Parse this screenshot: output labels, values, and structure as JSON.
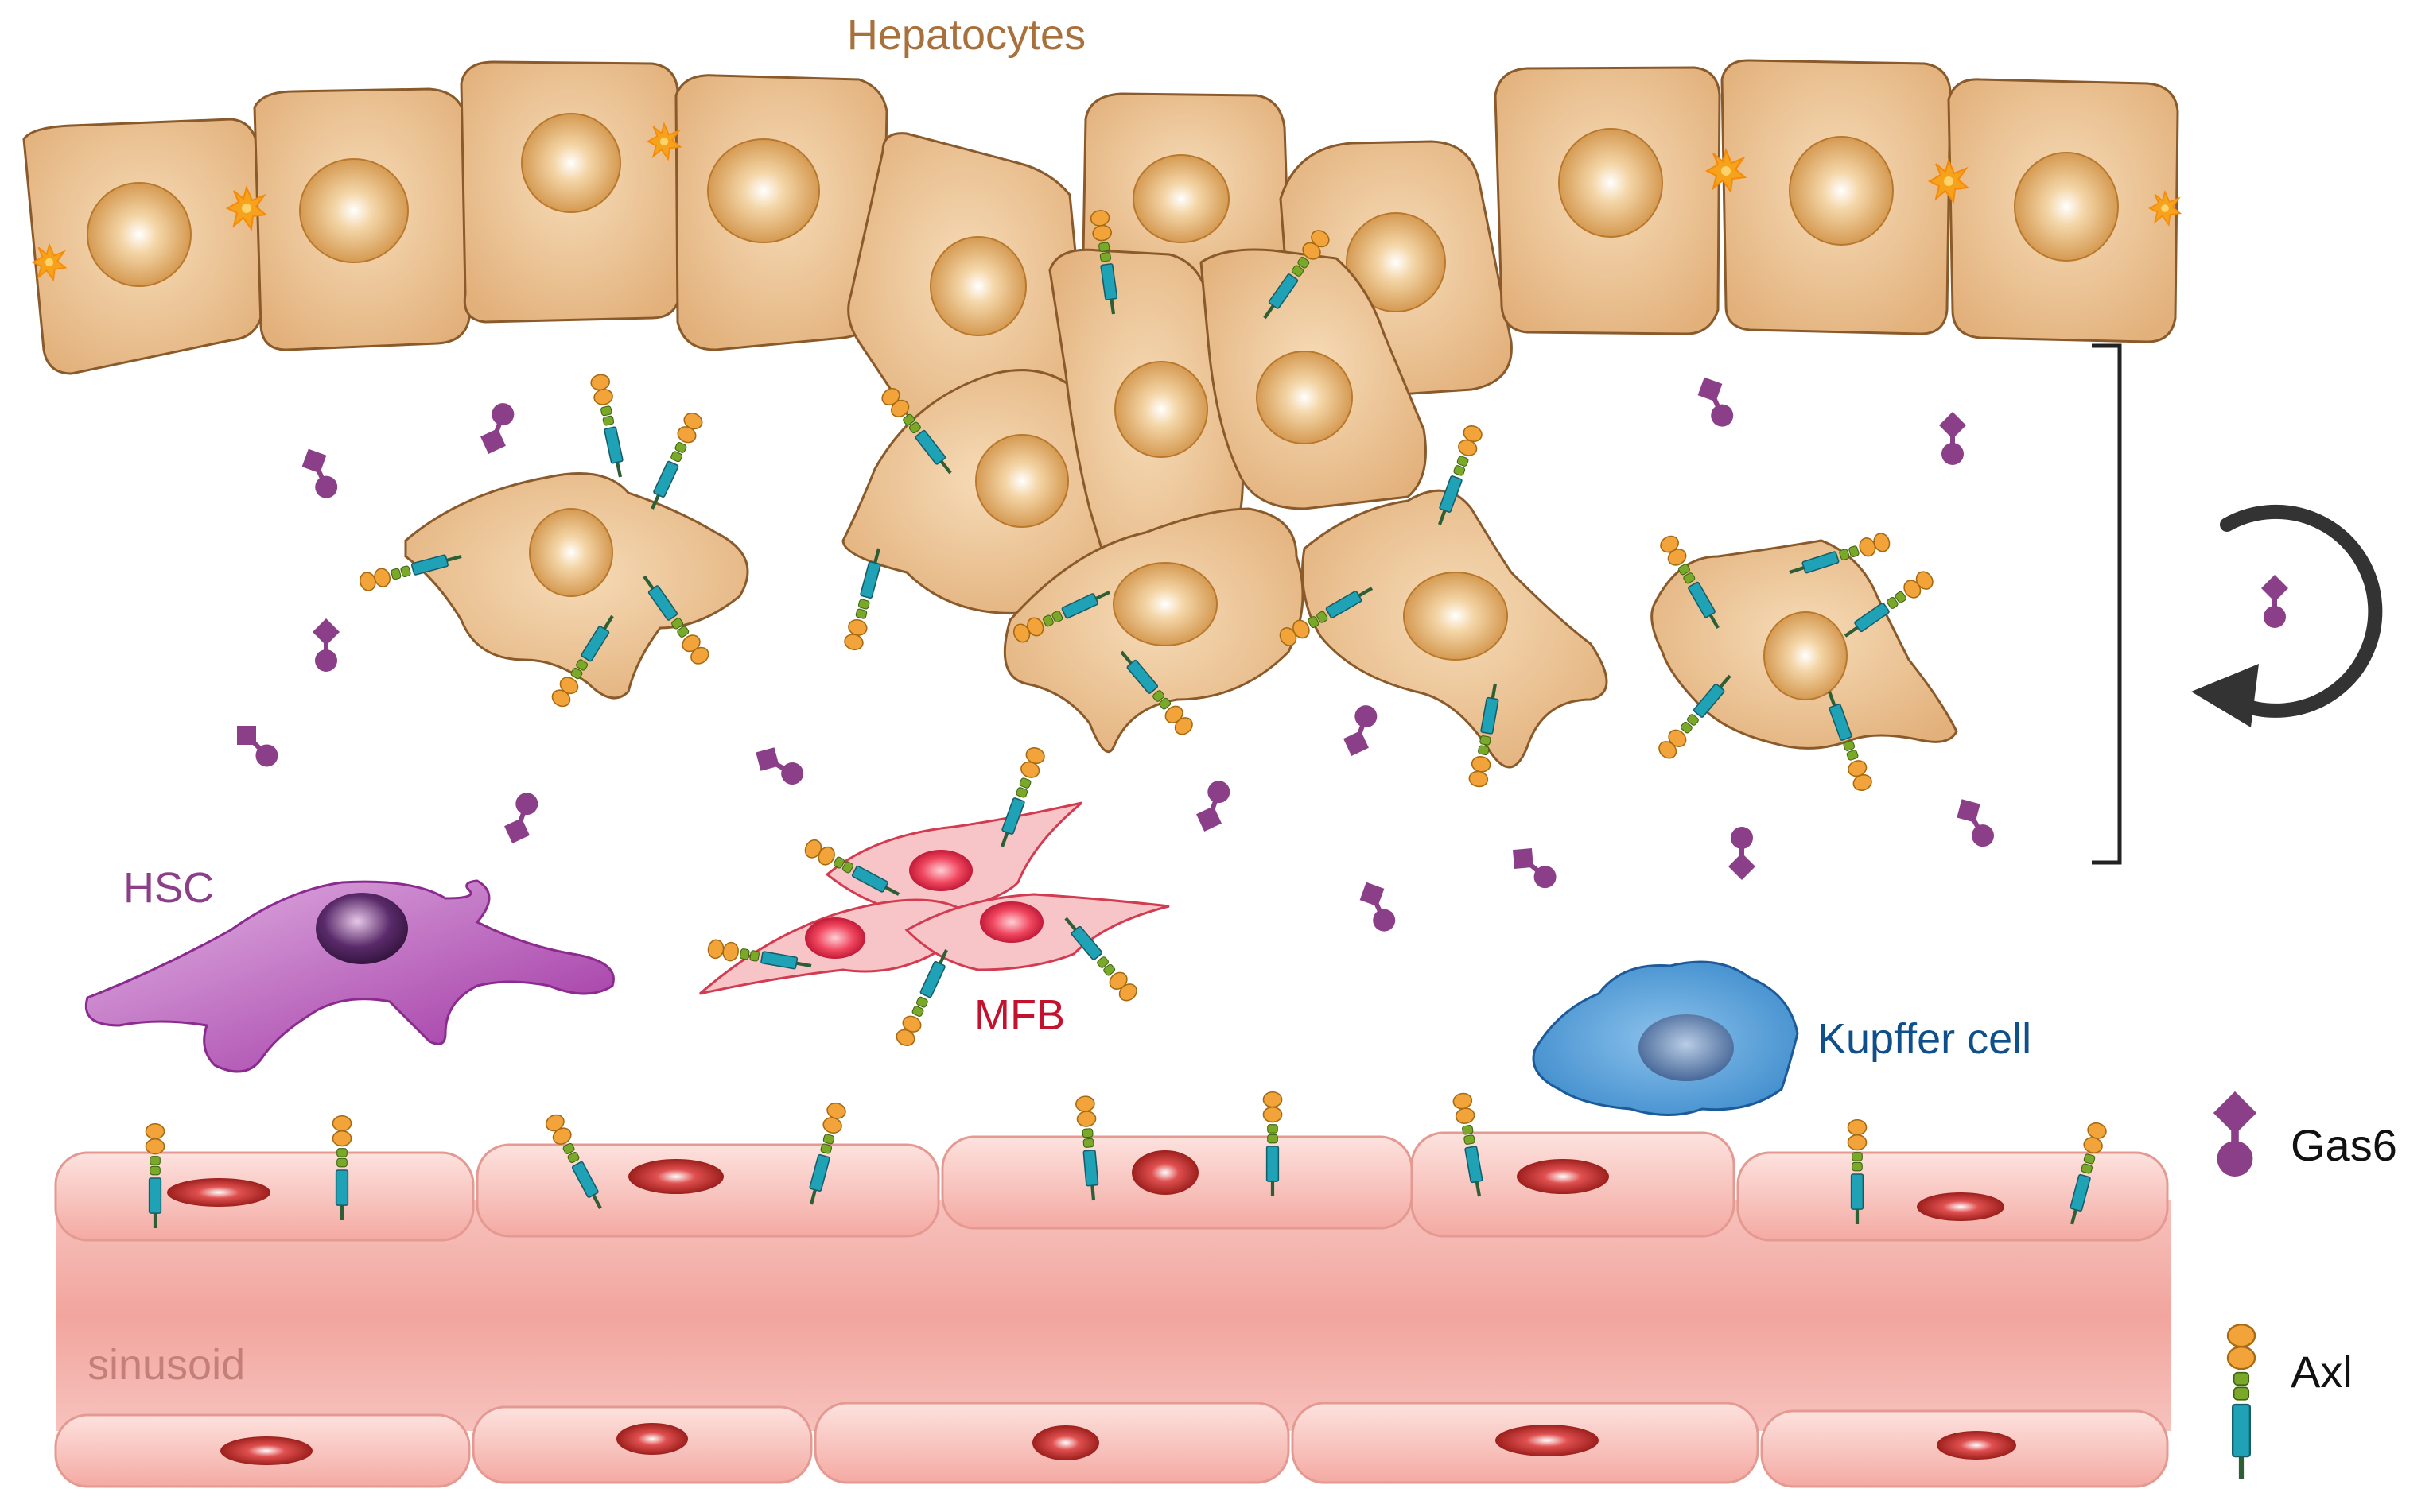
{
  "labels": {
    "hepatocytes": "Hepatocytes",
    "hsc": "HSC",
    "mfb": "MFB",
    "kupffer": "Kupffer cell",
    "sinusoid": "sinusoid"
  },
  "legend": {
    "gas6": "Gas6",
    "axl": "Axl"
  },
  "colors": {
    "hepatocyte_fill": "#e9bf8d",
    "hepatocyte_stroke": "#8a5a2b",
    "hepatocyte_label": "#a8703a",
    "nucleus": "#d9a15a",
    "junction": "#f7a21b",
    "gas6": "#8b3f88",
    "axl_cap": "#f2a33a",
    "axl_mid": "#7aa828",
    "axl_body": "#1fa2b5",
    "hsc": "#a23ea6",
    "mfb": "#e05a6a",
    "mfb_label": "#c3122d",
    "kupffer": "#4f9fdc",
    "kupffer_label": "#0f4f8a",
    "sinusoid": "#f3aaa4",
    "sinusoid_label": "#c57f7a",
    "endo_nucleus": "#b7322a",
    "cycle_arrow": "#333333"
  },
  "icons": {
    "cycle": "circular-arrow-icon",
    "bracket": "bracket-icon"
  }
}
